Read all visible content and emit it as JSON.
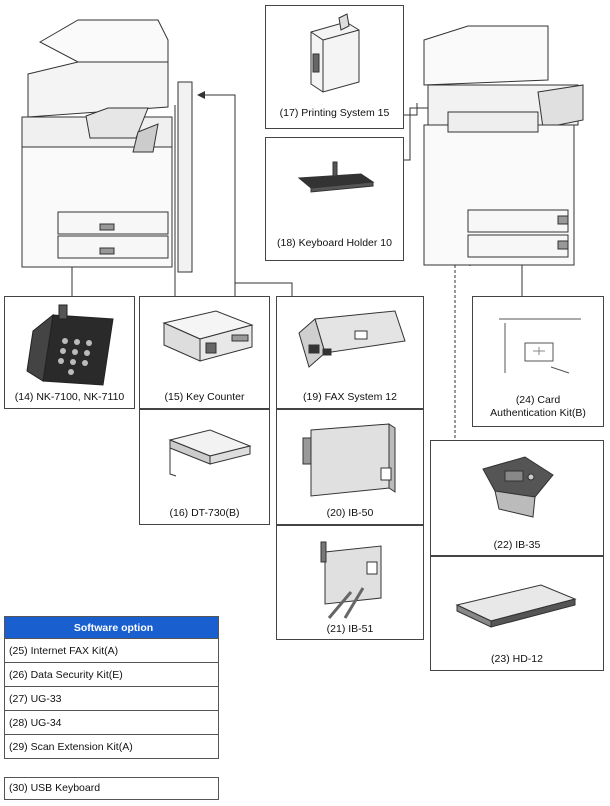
{
  "options": {
    "o14": "(14) NK-7100, NK-7110",
    "o15": "(15) Key Counter",
    "o16": "(16) DT-730(B)",
    "o17": "(17) Printing System 15",
    "o18": "(18) Keyboard Holder 10",
    "o19": "(19) FAX System 12",
    "o20": "(20) IB-50",
    "o21": "(21) IB-51",
    "o22": "(22) IB-35",
    "o23": "(23) HD-12",
    "o24_line1": "(24) Card",
    "o24_line2": "Authentication Kit(B)"
  },
  "software": {
    "header": "Software option",
    "items": [
      "(25) Internet FAX Kit(A)",
      "(26) Data Security Kit(E)",
      "(27) UG-33",
      "(28) UG-34",
      "(29) Scan Extension Kit(A)"
    ]
  },
  "usb_keyboard": "(30) USB Keyboard"
}
